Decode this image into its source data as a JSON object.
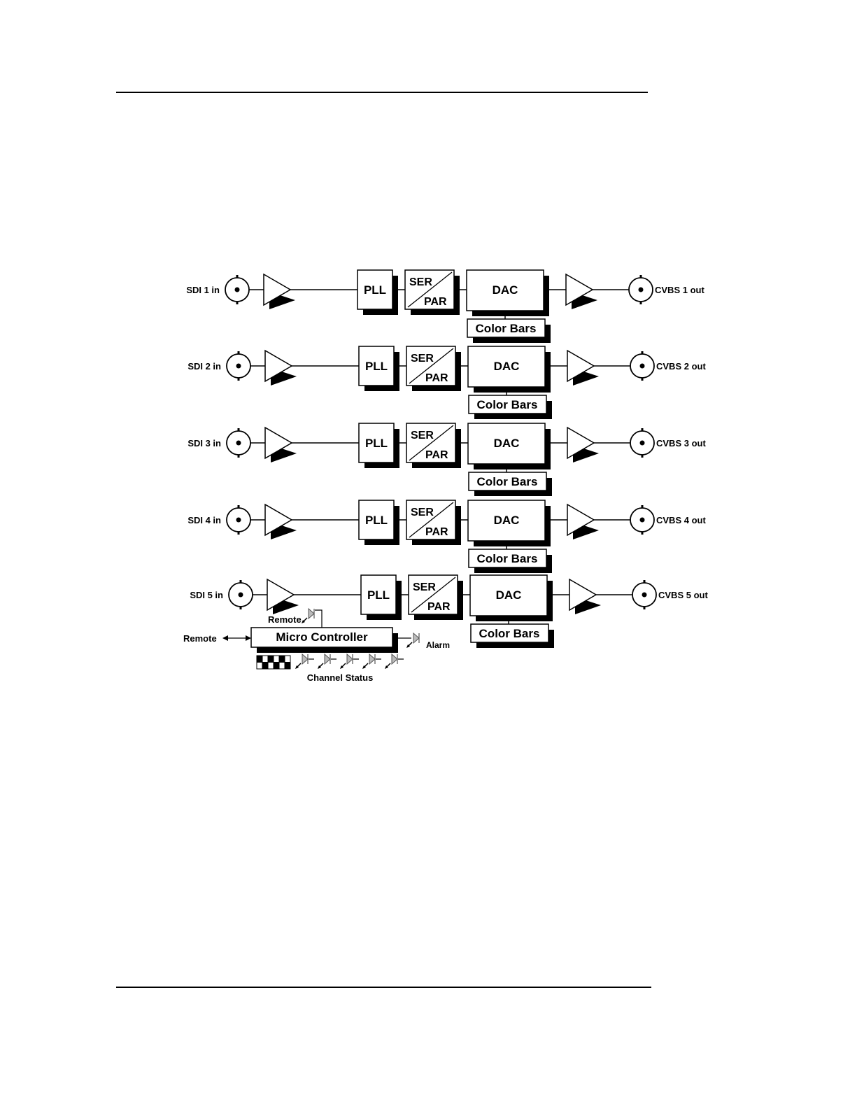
{
  "channels": [
    {
      "input_label": "SDI 1 in",
      "output_label": "CVBS 1 out"
    },
    {
      "input_label": "SDI 2 in",
      "output_label": "CVBS 2 out"
    },
    {
      "input_label": "SDI 3 in",
      "output_label": "CVBS 3 out"
    },
    {
      "input_label": "SDI 4 in",
      "output_label": "CVBS 4 out"
    },
    {
      "input_label": "SDI 5 in",
      "output_label": "CVBS 5 out"
    }
  ],
  "blocks": {
    "pll": "PLL",
    "ser": "SER",
    "par": "PAR",
    "dac": "DAC",
    "color_bars": "Color Bars"
  },
  "controller": {
    "label": "Micro Controller",
    "remote_port_label": "Remote",
    "remote_led_label": "Remote",
    "alarm_label": "Alarm",
    "channel_status_label": "Channel Status"
  },
  "icons": {
    "connector": "bnc-connector-icon",
    "amplifier": "amplifier-triangle-icon",
    "led": "led-icon",
    "dip_switch": "dip-switch-icon"
  }
}
